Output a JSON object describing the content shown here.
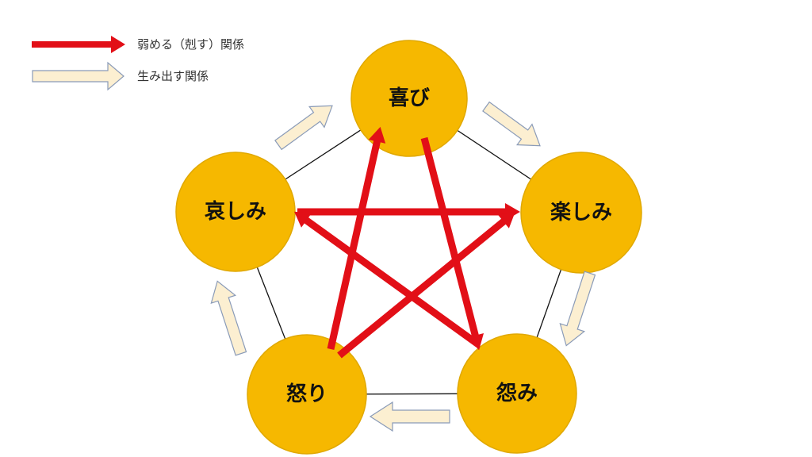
{
  "legend": {
    "weaken_label": "弱める（剋す）関係",
    "generate_label": "生み出す関係"
  },
  "nodes": {
    "joy": "喜び",
    "fun": "楽しみ",
    "resentment": "怨み",
    "anger": "怒り",
    "sorrow": "哀しみ"
  },
  "colors": {
    "node_fill": "#F6B800",
    "node_stroke": "#E0A800",
    "weaken_arrow": "#E20F17",
    "generate_arrow_fill": "#FCEFD1",
    "generate_arrow_stroke": "#8A9BB8",
    "edge_line": "#111111"
  }
}
